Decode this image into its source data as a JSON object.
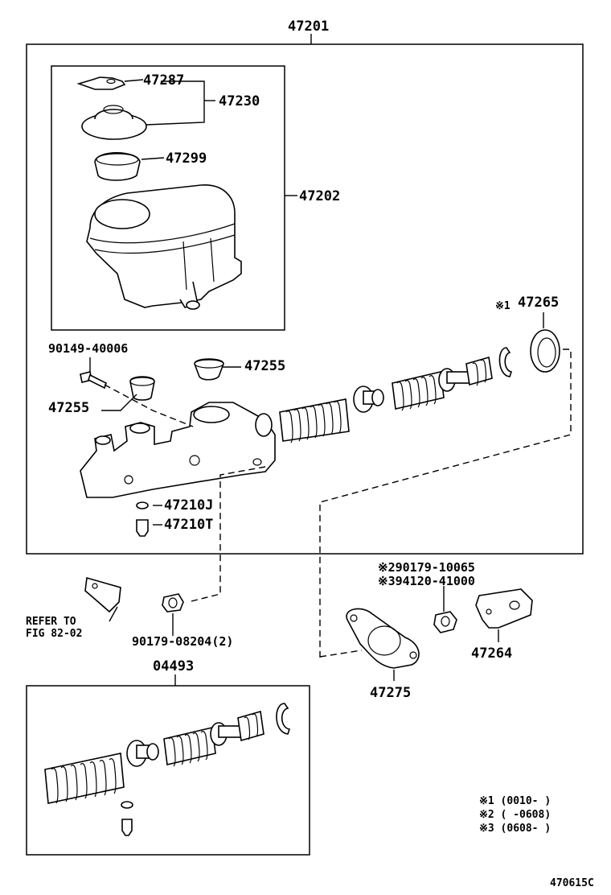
{
  "labels": {
    "p47201": "47201",
    "p47287": "47287",
    "p47230": "47230",
    "p47299": "47299",
    "p47202": "47202",
    "p47265": "47265",
    "mark1": "※1",
    "p90149": "90149-40006",
    "p47255a": "47255",
    "p47255b": "47255",
    "p47210j": "47210J",
    "p47210t": "47210T",
    "p90179a": "※290179-10065",
    "p94120": "※394120-41000",
    "refer1": "REFER TO",
    "refer2": "FIG 82-02",
    "p90179b": "90179-08204(2)",
    "p47264": "47264",
    "p47275": "47275",
    "p04493": "04493",
    "note1": "※1 (0010-     )",
    "note2": "※2 (     -0608)",
    "note3": "※3 (0608-     )",
    "fig_code": "470615C"
  }
}
